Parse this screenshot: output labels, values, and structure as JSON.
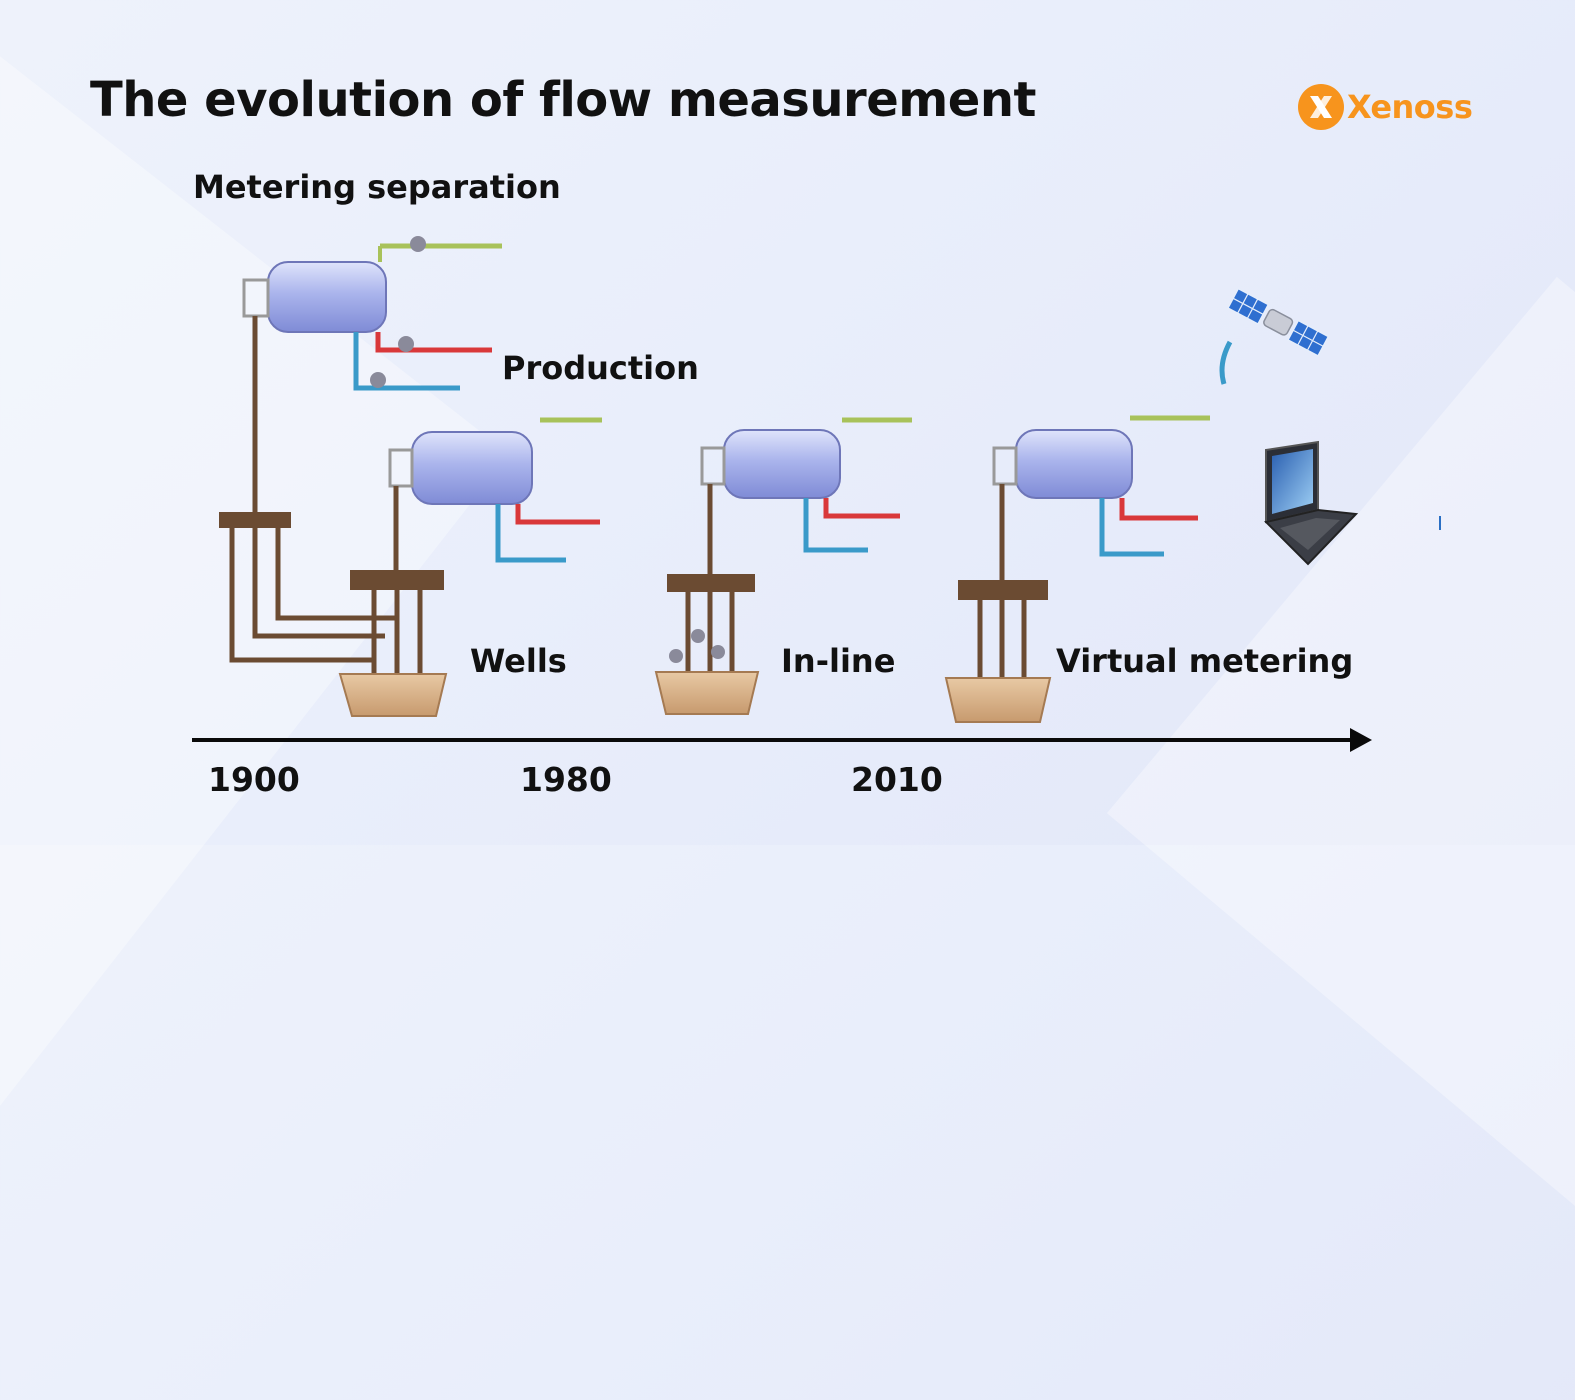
{
  "title": "The evolution of flow measurement",
  "logo": {
    "text": "Xenoss",
    "color": "#f7941d"
  },
  "stages": {
    "metering_separation": "Metering separation",
    "production": "Production",
    "wells": "Wells",
    "in_line": "In-line",
    "virtual_metering": "Virtual metering"
  },
  "timeline": {
    "years": [
      "1900",
      "1980",
      "2010"
    ]
  },
  "icons": {
    "satellite": "satellite-icon",
    "laptop": "laptop-icon"
  },
  "colors": {
    "pipe_brown": "#6b4b32",
    "gas_line": "#a8c25a",
    "oil_line": "#d9383a",
    "water_line": "#3a9ac9",
    "tank": "#b9c3ee"
  }
}
